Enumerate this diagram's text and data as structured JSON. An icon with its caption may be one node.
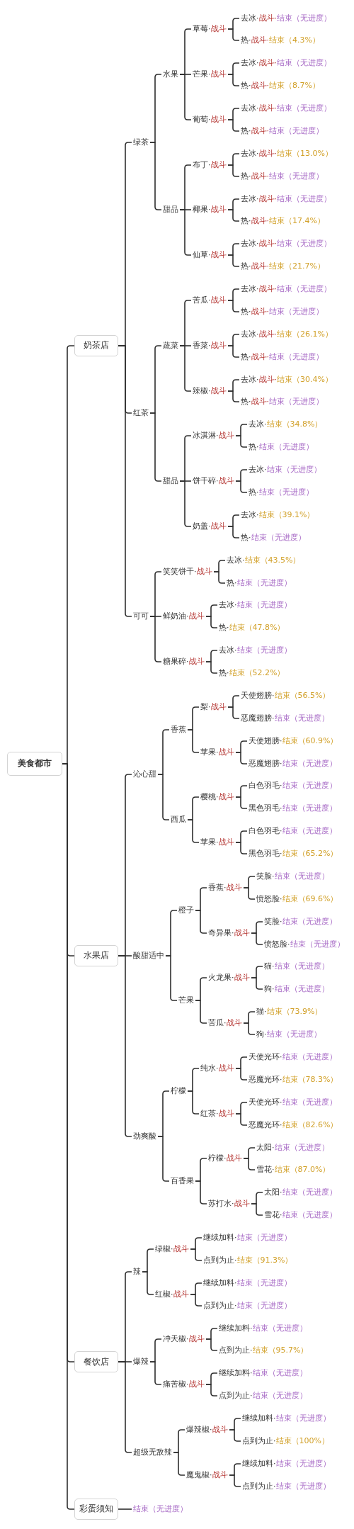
{
  "diagram": {
    "nodes": [
      {
        "text": [
          "美食都市"
        ]
      },
      {
        "text": [
          "奶茶店"
        ]
      },
      {
        "text": [
          "绿茶"
        ]
      },
      {
        "text": [
          "水果"
        ]
      },
      {
        "text": [
          "草莓·",
          "战斗"
        ]
      },
      {
        "text": [
          "去冰·",
          "战斗·",
          "结束（无进度）"
        ]
      },
      {
        "text": [
          "热·",
          "战斗·",
          "结束（4.3%）"
        ]
      },
      {
        "text": [
          "芒果·",
          "战斗"
        ]
      },
      {
        "text": [
          "去冰·",
          "战斗·",
          "结束（无进度）"
        ]
      },
      {
        "text": [
          "热·",
          "战斗·",
          "结束（8.7%）"
        ]
      },
      {
        "text": [
          "葡萄·",
          "战斗"
        ]
      },
      {
        "text": [
          "去冰·",
          "战斗·",
          "结束（无进度）"
        ]
      },
      {
        "text": [
          "热·",
          "战斗·",
          "结束（无进度）"
        ]
      },
      {
        "text": [
          "甜品"
        ]
      },
      {
        "text": [
          "布丁·",
          "战斗"
        ]
      },
      {
        "text": [
          "去冰·",
          "战斗·",
          "结束（13.0%）"
        ]
      },
      {
        "text": [
          "热·",
          "战斗·",
          "结束（无进度）"
        ]
      },
      {
        "text": [
          "椰果·",
          "战斗"
        ]
      },
      {
        "text": [
          "去冰·",
          "战斗·",
          "结束（无进度）"
        ]
      },
      {
        "text": [
          "热·",
          "战斗·",
          "结束（17.4%）"
        ]
      },
      {
        "text": [
          "仙草·",
          "战斗"
        ]
      },
      {
        "text": [
          "去冰·",
          "战斗·",
          "结束（无进度）"
        ]
      },
      {
        "text": [
          "热·",
          "战斗·",
          "结束（21.7%）"
        ]
      },
      {
        "text": [
          "红茶"
        ]
      },
      {
        "text": [
          "蔬菜"
        ]
      },
      {
        "text": [
          "苦瓜·",
          "战斗"
        ]
      },
      {
        "text": [
          "去冰·",
          "战斗·",
          "结束（无进度）"
        ]
      },
      {
        "text": [
          "热·",
          "战斗·",
          "结束（无进度）"
        ]
      },
      {
        "text": [
          "香菜·",
          "战斗"
        ]
      },
      {
        "text": [
          "去冰·",
          "战斗·",
          "结束（26.1%）"
        ]
      },
      {
        "text": [
          "热·",
          "战斗·",
          "结束（无进度）"
        ]
      },
      {
        "text": [
          "辣椒·",
          "战斗"
        ]
      },
      {
        "text": [
          "去冰·",
          "战斗·",
          "结束（30.4%）"
        ]
      },
      {
        "text": [
          "热·",
          "战斗·",
          "结束（无进度）"
        ]
      },
      {
        "text": [
          "甜品"
        ]
      },
      {
        "text": [
          "冰淇淋·",
          "战斗"
        ]
      },
      {
        "text": [
          "去冰·",
          "结束（34.8%）"
        ]
      },
      {
        "text": [
          "热·",
          "结束（无进度）"
        ]
      },
      {
        "text": [
          "饼干碎·",
          "战斗"
        ]
      },
      {
        "text": [
          "去冰·",
          "结束（无进度）"
        ]
      },
      {
        "text": [
          "热·",
          "结束（无进度）"
        ]
      },
      {
        "text": [
          "奶盖·",
          "战斗"
        ]
      },
      {
        "text": [
          "去冰·",
          "结束（39.1%）"
        ]
      },
      {
        "text": [
          "热·",
          "结束（无进度）"
        ]
      },
      {
        "text": [
          "可可"
        ]
      },
      {
        "text": [
          "笑笑饼干·",
          "战斗"
        ]
      },
      {
        "text": [
          "去冰·",
          "结束（43.5%）"
        ]
      },
      {
        "text": [
          "热·",
          "结束（无进度）"
        ]
      },
      {
        "text": [
          "鲜奶油·",
          "战斗"
        ]
      },
      {
        "text": [
          "去冰·",
          "结束（无进度）"
        ]
      },
      {
        "text": [
          "热·",
          "结束（47.8%）"
        ]
      },
      {
        "text": [
          "糖果碎·",
          "战斗"
        ]
      },
      {
        "text": [
          "去冰·",
          "结束（无进度）"
        ]
      },
      {
        "text": [
          "热·",
          "结束（52.2%）"
        ]
      },
      {
        "text": [
          "水果店"
        ]
      },
      {
        "text": [
          "沁心甜"
        ]
      },
      {
        "text": [
          "香蕉"
        ]
      },
      {
        "text": [
          "梨·",
          "战斗"
        ]
      },
      {
        "text": [
          "天使翅膀·",
          "结束（56.5%）"
        ]
      },
      {
        "text": [
          "恶魔翅膀·",
          "结束（无进度）"
        ]
      },
      {
        "text": [
          "苹果·",
          "战斗"
        ]
      },
      {
        "text": [
          "天使翅膀·",
          "结束（60.9%）"
        ]
      },
      {
        "text": [
          "恶魔翅膀·",
          "结束（无进度）"
        ]
      },
      {
        "text": [
          "西瓜"
        ]
      },
      {
        "text": [
          "樱桃·",
          "战斗"
        ]
      },
      {
        "text": [
          "白色羽毛·",
          "结束（无进度）"
        ]
      },
      {
        "text": [
          "黑色羽毛·",
          "结束（无进度）"
        ]
      },
      {
        "text": [
          "苹果·",
          "战斗"
        ]
      },
      {
        "text": [
          "白色羽毛·",
          "结束（无进度）"
        ]
      },
      {
        "text": [
          "黑色羽毛·",
          "结束（65.2%）"
        ]
      },
      {
        "text": [
          "酸甜适中"
        ]
      },
      {
        "text": [
          "橙子"
        ]
      },
      {
        "text": [
          "香蕉·",
          "战斗"
        ]
      },
      {
        "text": [
          "笑脸·",
          "结束（无进度）"
        ]
      },
      {
        "text": [
          "愤怒脸·",
          "结束（69.6%）"
        ]
      },
      {
        "text": [
          "奇异果·",
          "战斗"
        ]
      },
      {
        "text": [
          "笑脸·",
          "结束（无进度）"
        ]
      },
      {
        "text": [
          "愤怒脸·",
          "结束（无进度）"
        ]
      },
      {
        "text": [
          "芒果"
        ]
      },
      {
        "text": [
          "火龙果·",
          "战斗"
        ]
      },
      {
        "text": [
          "猫·",
          "结束（无进度）"
        ]
      },
      {
        "text": [
          "狗·",
          "结束（无进度）"
        ]
      },
      {
        "text": [
          "苦瓜·",
          "战斗"
        ]
      },
      {
        "text": [
          "猫·",
          "结束（73.9%）"
        ]
      },
      {
        "text": [
          "狗·",
          "结束（无进度）"
        ]
      },
      {
        "text": [
          "劲爽酸"
        ]
      },
      {
        "text": [
          "柠檬"
        ]
      },
      {
        "text": [
          "纯水·",
          "战斗"
        ]
      },
      {
        "text": [
          "天使光环·",
          "结束（无进度）"
        ]
      },
      {
        "text": [
          "恶魔光环·",
          "结束（78.3%）"
        ]
      },
      {
        "text": [
          "红茶·",
          "战斗"
        ]
      },
      {
        "text": [
          "天使光环·",
          "结束（无进度）"
        ]
      },
      {
        "text": [
          "恶魔光环·",
          "结束（82.6%）"
        ]
      },
      {
        "text": [
          "百香果"
        ]
      },
      {
        "text": [
          "柠檬·",
          "战斗"
        ]
      },
      {
        "text": [
          "太阳·",
          "结束（无进度）"
        ]
      },
      {
        "text": [
          "雪花·",
          "结束（87.0%）"
        ]
      },
      {
        "text": [
          "苏打水·",
          "战斗"
        ]
      },
      {
        "text": [
          "太阳·",
          "结束（无进度）"
        ]
      },
      {
        "text": [
          "雪花·",
          "结束（无进度）"
        ]
      },
      {
        "text": [
          "餐饮店"
        ]
      },
      {
        "text": [
          "辣"
        ]
      },
      {
        "text": [
          "绿椒·",
          "战斗"
        ]
      },
      {
        "text": [
          "继续加料·",
          "结束（无进度）"
        ]
      },
      {
        "text": [
          "点到为止·",
          "结束（91.3%）"
        ]
      },
      {
        "text": [
          "红椒·",
          "战斗"
        ]
      },
      {
        "text": [
          "继续加料·",
          "结束（无进度）"
        ]
      },
      {
        "text": [
          "点到为止·",
          "结束（无进度）"
        ]
      },
      {
        "text": [
          "爆辣"
        ]
      },
      {
        "text": [
          "冲天椒·",
          "战斗"
        ]
      },
      {
        "text": [
          "继续加料·",
          "结束（无进度）"
        ]
      },
      {
        "text": [
          "点到为止·",
          "结束（95.7%）"
        ]
      },
      {
        "text": [
          "痛苦椒·",
          "战斗"
        ]
      },
      {
        "text": [
          "继续加料·",
          "结束（无进度）"
        ]
      },
      {
        "text": [
          "点到为止·",
          "结束（无进度）"
        ]
      },
      {
        "text": [
          "超级无敌辣"
        ]
      },
      {
        "text": [
          "爆辣椒·",
          "战斗"
        ]
      },
      {
        "text": [
          "继续加料·",
          "结束（无进度）"
        ]
      },
      {
        "text": [
          "点到为止·",
          "结束（100%）"
        ]
      },
      {
        "text": [
          "魔鬼椒·",
          "战斗"
        ]
      },
      {
        "text": [
          "继续加料·",
          "结束（无进度）"
        ]
      },
      {
        "text": [
          "点到为止·",
          "结束（无进度）"
        ]
      },
      {
        "text": [
          "彩蛋须知"
        ]
      },
      {
        "text": [
          "结束（无进度）"
        ]
      }
    ],
    "edges": [
      {
        "from": 0,
        "to": 1,
        "arrow": "none"
      },
      {
        "from": 1,
        "to": 2,
        "arrow": "none"
      },
      {
        "from": 2,
        "to": 3,
        "arrow": "none"
      },
      {
        "from": 3,
        "to": 4,
        "arrow": "none"
      },
      {
        "from": 4,
        "to": 5,
        "arrow": "none"
      },
      {
        "from": 4,
        "to": 6,
        "arrow": "none"
      },
      {
        "from": 3,
        "to": 7,
        "arrow": "none"
      },
      {
        "from": 7,
        "to": 8,
        "arrow": "none"
      },
      {
        "from": 7,
        "to": 9,
        "arrow": "none"
      },
      {
        "from": 3,
        "to": 10,
        "arrow": "none"
      },
      {
        "from": 10,
        "to": 11,
        "arrow": "none"
      },
      {
        "from": 10,
        "to": 12,
        "arrow": "none"
      },
      {
        "from": 2,
        "to": 13,
        "arrow": "none"
      },
      {
        "from": 13,
        "to": 14,
        "arrow": "none"
      },
      {
        "from": 14,
        "to": 15,
        "arrow": "none"
      },
      {
        "from": 14,
        "to": 16,
        "arrow": "none"
      },
      {
        "from": 13,
        "to": 17,
        "arrow": "none"
      },
      {
        "from": 17,
        "to": 18,
        "arrow": "none"
      },
      {
        "from": 17,
        "to": 19,
        "arrow": "none"
      },
      {
        "from": 13,
        "to": 20,
        "arrow": "none"
      },
      {
        "from": 20,
        "to": 21,
        "arrow": "none"
      },
      {
        "from": 20,
        "to": 22,
        "arrow": "none"
      },
      {
        "from": 1,
        "to": 23,
        "arrow": "none"
      },
      {
        "from": 23,
        "to": 24,
        "arrow": "none"
      },
      {
        "from": 24,
        "to": 25,
        "arrow": "none"
      },
      {
        "from": 25,
        "to": 26,
        "arrow": "none"
      },
      {
        "from": 25,
        "to": 27,
        "arrow": "none"
      },
      {
        "from": 24,
        "to": 28,
        "arrow": "none"
      },
      {
        "from": 28,
        "to": 29,
        "arrow": "none"
      },
      {
        "from": 28,
        "to": 30,
        "arrow": "none"
      },
      {
        "from": 24,
        "to": 31,
        "arrow": "none"
      },
      {
        "from": 31,
        "to": 32,
        "arrow": "none"
      },
      {
        "from": 31,
        "to": 33,
        "arrow": "none"
      },
      {
        "from": 23,
        "to": 34,
        "arrow": "none"
      },
      {
        "from": 34,
        "to": 35,
        "arrow": "none"
      },
      {
        "from": 35,
        "to": 36,
        "arrow": "none"
      },
      {
        "from": 35,
        "to": 37,
        "arrow": "none"
      },
      {
        "from": 34,
        "to": 38,
        "arrow": "none"
      },
      {
        "from": 38,
        "to": 39,
        "arrow": "none"
      },
      {
        "from": 38,
        "to": 40,
        "arrow": "none"
      },
      {
        "from": 34,
        "to": 41,
        "arrow": "none"
      },
      {
        "from": 41,
        "to": 42,
        "arrow": "none"
      },
      {
        "from": 41,
        "to": 43,
        "arrow": "none"
      },
      {
        "from": 1,
        "to": 44,
        "arrow": "none"
      },
      {
        "from": 44,
        "to": 45,
        "arrow": "none"
      },
      {
        "from": 45,
        "to": 46,
        "arrow": "none"
      },
      {
        "from": 45,
        "to": 47,
        "arrow": "none"
      },
      {
        "from": 44,
        "to": 48,
        "arrow": "none"
      },
      {
        "from": 48,
        "to": 49,
        "arrow": "none"
      },
      {
        "from": 48,
        "to": 50,
        "arrow": "none"
      },
      {
        "from": 44,
        "to": 51,
        "arrow": "none"
      },
      {
        "from": 51,
        "to": 52,
        "arrow": "none"
      },
      {
        "from": 51,
        "to": 53,
        "arrow": "none"
      },
      {
        "from": 0,
        "to": 54,
        "arrow": "none"
      },
      {
        "from": 54,
        "to": 55,
        "arrow": "none"
      },
      {
        "from": 55,
        "to": 56,
        "arrow": "none"
      },
      {
        "from": 56,
        "to": 57,
        "arrow": "none"
      },
      {
        "from": 57,
        "to": 58,
        "arrow": "none"
      },
      {
        "from": 57,
        "to": 59,
        "arrow": "none"
      },
      {
        "from": 56,
        "to": 60,
        "arrow": "none"
      },
      {
        "from": 60,
        "to": 61,
        "arrow": "none"
      },
      {
        "from": 60,
        "to": 62,
        "arrow": "none"
      },
      {
        "from": 55,
        "to": 63,
        "arrow": "none"
      },
      {
        "from": 63,
        "to": 64,
        "arrow": "none"
      },
      {
        "from": 64,
        "to": 65,
        "arrow": "none"
      },
      {
        "from": 64,
        "to": 66,
        "arrow": "none"
      },
      {
        "from": 63,
        "to": 67,
        "arrow": "none"
      },
      {
        "from": 67,
        "to": 68,
        "arrow": "none"
      },
      {
        "from": 67,
        "to": 69,
        "arrow": "none"
      },
      {
        "from": 54,
        "to": 70,
        "arrow": "none"
      },
      {
        "from": 70,
        "to": 71,
        "arrow": "none"
      },
      {
        "from": 71,
        "to": 72,
        "arrow": "none"
      },
      {
        "from": 72,
        "to": 73,
        "arrow": "none"
      },
      {
        "from": 72,
        "to": 74,
        "arrow": "none"
      },
      {
        "from": 71,
        "to": 75,
        "arrow": "none"
      },
      {
        "from": 75,
        "to": 76,
        "arrow": "none"
      },
      {
        "from": 75,
        "to": 77,
        "arrow": "none"
      },
      {
        "from": 70,
        "to": 78,
        "arrow": "none"
      },
      {
        "from": 78,
        "to": 79,
        "arrow": "none"
      },
      {
        "from": 79,
        "to": 80,
        "arrow": "none"
      },
      {
        "from": 79,
        "to": 81,
        "arrow": "none"
      },
      {
        "from": 78,
        "to": 82,
        "arrow": "none"
      },
      {
        "from": 82,
        "to": 83,
        "arrow": "none"
      },
      {
        "from": 82,
        "to": 84,
        "arrow": "none"
      },
      {
        "from": 54,
        "to": 85,
        "arrow": "none"
      },
      {
        "from": 85,
        "to": 86,
        "arrow": "none"
      },
      {
        "from": 86,
        "to": 87,
        "arrow": "none"
      },
      {
        "from": 87,
        "to": 88,
        "arrow": "none"
      },
      {
        "from": 87,
        "to": 89,
        "arrow": "none"
      },
      {
        "from": 86,
        "to": 90,
        "arrow": "none"
      },
      {
        "from": 90,
        "to": 91,
        "arrow": "none"
      },
      {
        "from": 90,
        "to": 92,
        "arrow": "none"
      },
      {
        "from": 85,
        "to": 93,
        "arrow": "none"
      },
      {
        "from": 93,
        "to": 94,
        "arrow": "none"
      },
      {
        "from": 94,
        "to": 95,
        "arrow": "none"
      },
      {
        "from": 94,
        "to": 96,
        "arrow": "none"
      },
      {
        "from": 93,
        "to": 97,
        "arrow": "none"
      },
      {
        "from": 97,
        "to": 98,
        "arrow": "none"
      },
      {
        "from": 97,
        "to": 99,
        "arrow": "none"
      },
      {
        "from": 0,
        "to": 100,
        "arrow": "none"
      },
      {
        "from": 100,
        "to": 101,
        "arrow": "none"
      },
      {
        "from": 101,
        "to": 102,
        "arrow": "none"
      },
      {
        "from": 102,
        "to": 103,
        "arrow": "none"
      },
      {
        "from": 102,
        "to": 104,
        "arrow": "none"
      },
      {
        "from": 101,
        "to": 105,
        "arrow": "none"
      },
      {
        "from": 105,
        "to": 106,
        "arrow": "none"
      },
      {
        "from": 105,
        "to": 107,
        "arrow": "none"
      },
      {
        "from": 100,
        "to": 108,
        "arrow": "none"
      },
      {
        "from": 108,
        "to": 109,
        "arrow": "none"
      },
      {
        "from": 109,
        "to": 110,
        "arrow": "none"
      },
      {
        "from": 109,
        "to": 111,
        "arrow": "none"
      },
      {
        "from": 108,
        "to": 112,
        "arrow": "none"
      },
      {
        "from": 112,
        "to": 113,
        "arrow": "none"
      },
      {
        "from": 112,
        "to": 114,
        "arrow": "none"
      },
      {
        "from": 100,
        "to": 115,
        "arrow": "none"
      },
      {
        "from": 115,
        "to": 116,
        "arrow": "none"
      },
      {
        "from": 116,
        "to": 117,
        "arrow": "none"
      },
      {
        "from": 116,
        "to": 118,
        "arrow": "none"
      },
      {
        "from": 115,
        "to": 119,
        "arrow": "none"
      },
      {
        "from": 119,
        "to": 120,
        "arrow": "none"
      },
      {
        "from": 119,
        "to": 121,
        "arrow": "none"
      },
      {
        "from": 0,
        "to": 122,
        "arrow": "none"
      },
      {
        "from": 122,
        "to": 123,
        "arrow": "none"
      }
    ]
  }
}
